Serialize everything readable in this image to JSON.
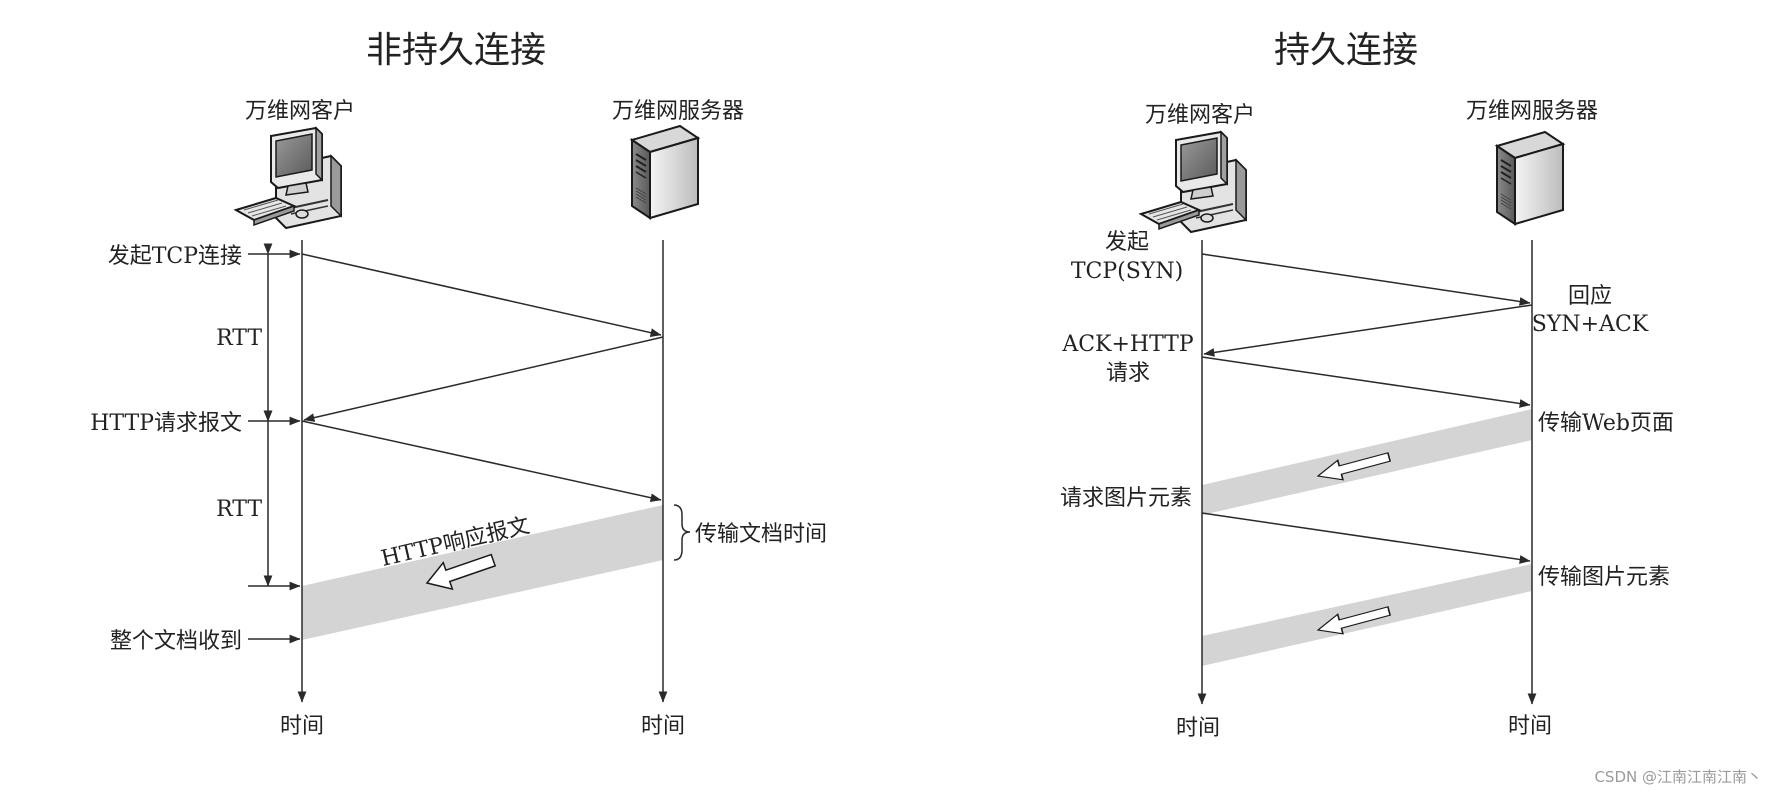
{
  "left": {
    "title": "非持久连接",
    "client": "万维网客户",
    "server": "万维网服务器",
    "steps": {
      "initiate": "发起TCP连接",
      "rtt1": "RTT",
      "request": "HTTP请求报文",
      "rtt2": "RTT",
      "response": "HTTP响应报文",
      "transfer_time": "传输文档时间",
      "received": "整个文档收到"
    },
    "time_client": "时间",
    "time_server": "时间"
  },
  "right": {
    "title": "持久连接",
    "client": "万维网客户",
    "server": "万维网服务器",
    "steps": {
      "syn_line1": "发起",
      "syn_line2": "TCP(SYN)",
      "synack_line1": "回应",
      "synack_line2": "SYN+ACK",
      "ack_line1": "ACK+HTTP",
      "ack_line2": "请求",
      "web_page": "传输Web页面",
      "img_request": "请求图片元素",
      "img_transfer": "传输图片元素"
    },
    "time_client": "时间",
    "time_server": "时间"
  },
  "watermark": "CSDN @江南江南江南丶",
  "icons": {
    "client": "desktop-computer-icon",
    "server": "server-tower-icon"
  }
}
